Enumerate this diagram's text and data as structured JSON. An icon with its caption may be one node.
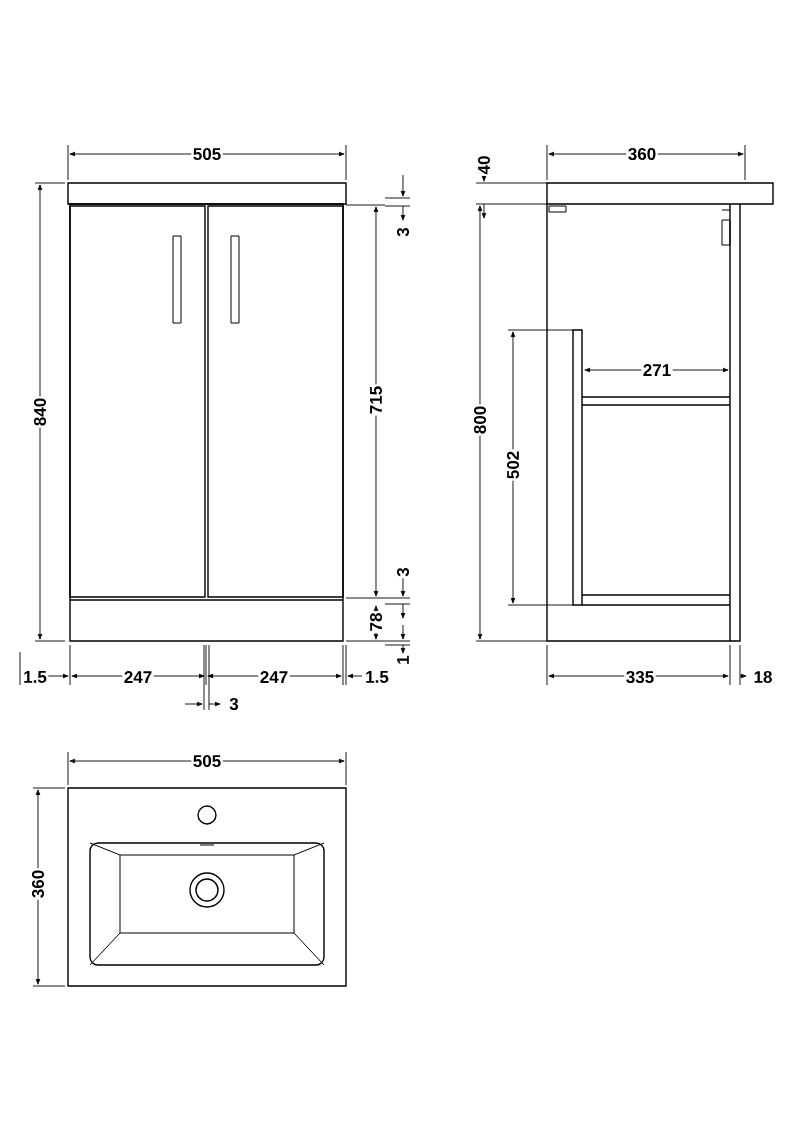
{
  "diagram": {
    "labels": [
      "505",
      "360",
      "40",
      "3",
      "840",
      "715",
      "800",
      "271",
      "502",
      "3",
      "78",
      "1",
      "1.5",
      "247",
      "247",
      "1.5",
      "335",
      "18",
      "3",
      "505",
      "360"
    ]
  }
}
